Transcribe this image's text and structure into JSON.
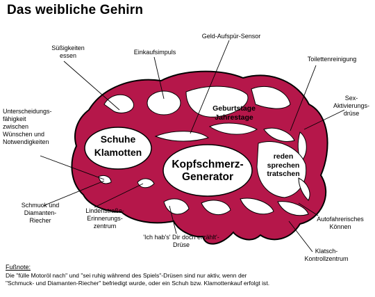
{
  "title": "Das weibliche Gehirn",
  "labels": {
    "suessigkeiten": "Süßigkeiten\nessen",
    "einkaufsimpuls": "Einkaufsimpuls",
    "geld": "Geld-Aufspür-Sensor",
    "toilette": "Toilettenreinigung",
    "sex": "Sex-\nAktivierungs-\ndrüse",
    "unterscheidung": "Unterscheidungs-\nfähigkeit\nzwischen\nWünschen und\nNotwendigkeiten",
    "schmuck": "Schmuck und\nDiamanten-\nRiecher",
    "linden": "Lindenstraße-\nErinnerungs-\nzentrum",
    "ichhabs": "'Ich hab's' Dir doch erzählt'-\nDrüse",
    "autofahr": "Autofahrerisches\nKönnen",
    "klatsch": "Klatsch-\nKontrollzentrum"
  },
  "regions": {
    "geburtstage": "Geburtstage\nJahrestage",
    "schuhe": "Schuhe\nKlamotten",
    "kopfschmerz": "Kopfschmerz-\nGenerator",
    "reden": "reden\nsprechen\ntratschen"
  },
  "footnote": {
    "heading": "Fußnote:",
    "text": "Die \"fülle Motoröl nach\" und \"sei ruhig während des Spiels\"-Drüsen sind nur aktiv, wenn der\n\"Schmuck- und Diamanten-Riecher\" befriedigt wurde, oder ein Schuh bzw. Klamottenkauf erfolgt ist."
  },
  "colors": {
    "brain": "#b5174a",
    "outline": "#000000",
    "background": "#ffffff"
  }
}
